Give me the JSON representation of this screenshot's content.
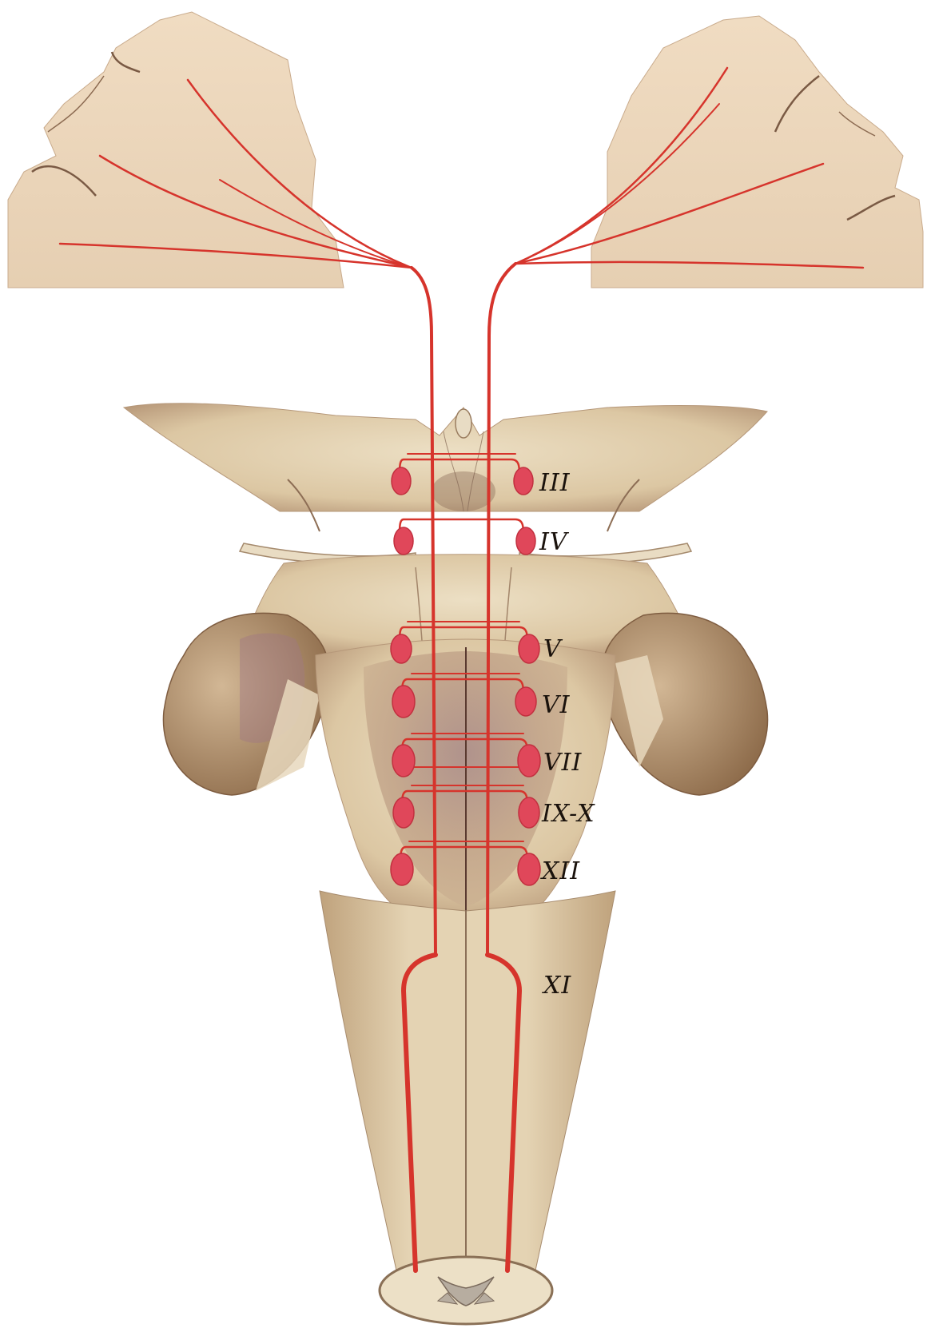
{
  "diagram": {
    "nuclei_labels": [
      "III",
      "IV",
      "V",
      "VI",
      "VII",
      "IX-X",
      "XII",
      "XI"
    ],
    "colors": {
      "tissue": "#e6d6b5",
      "tissue_shadow": "#b79a74",
      "cortex": "#eed8bd",
      "tract": "#d6342c",
      "nucleus": "#e0475a",
      "background": "#ffffff"
    }
  }
}
